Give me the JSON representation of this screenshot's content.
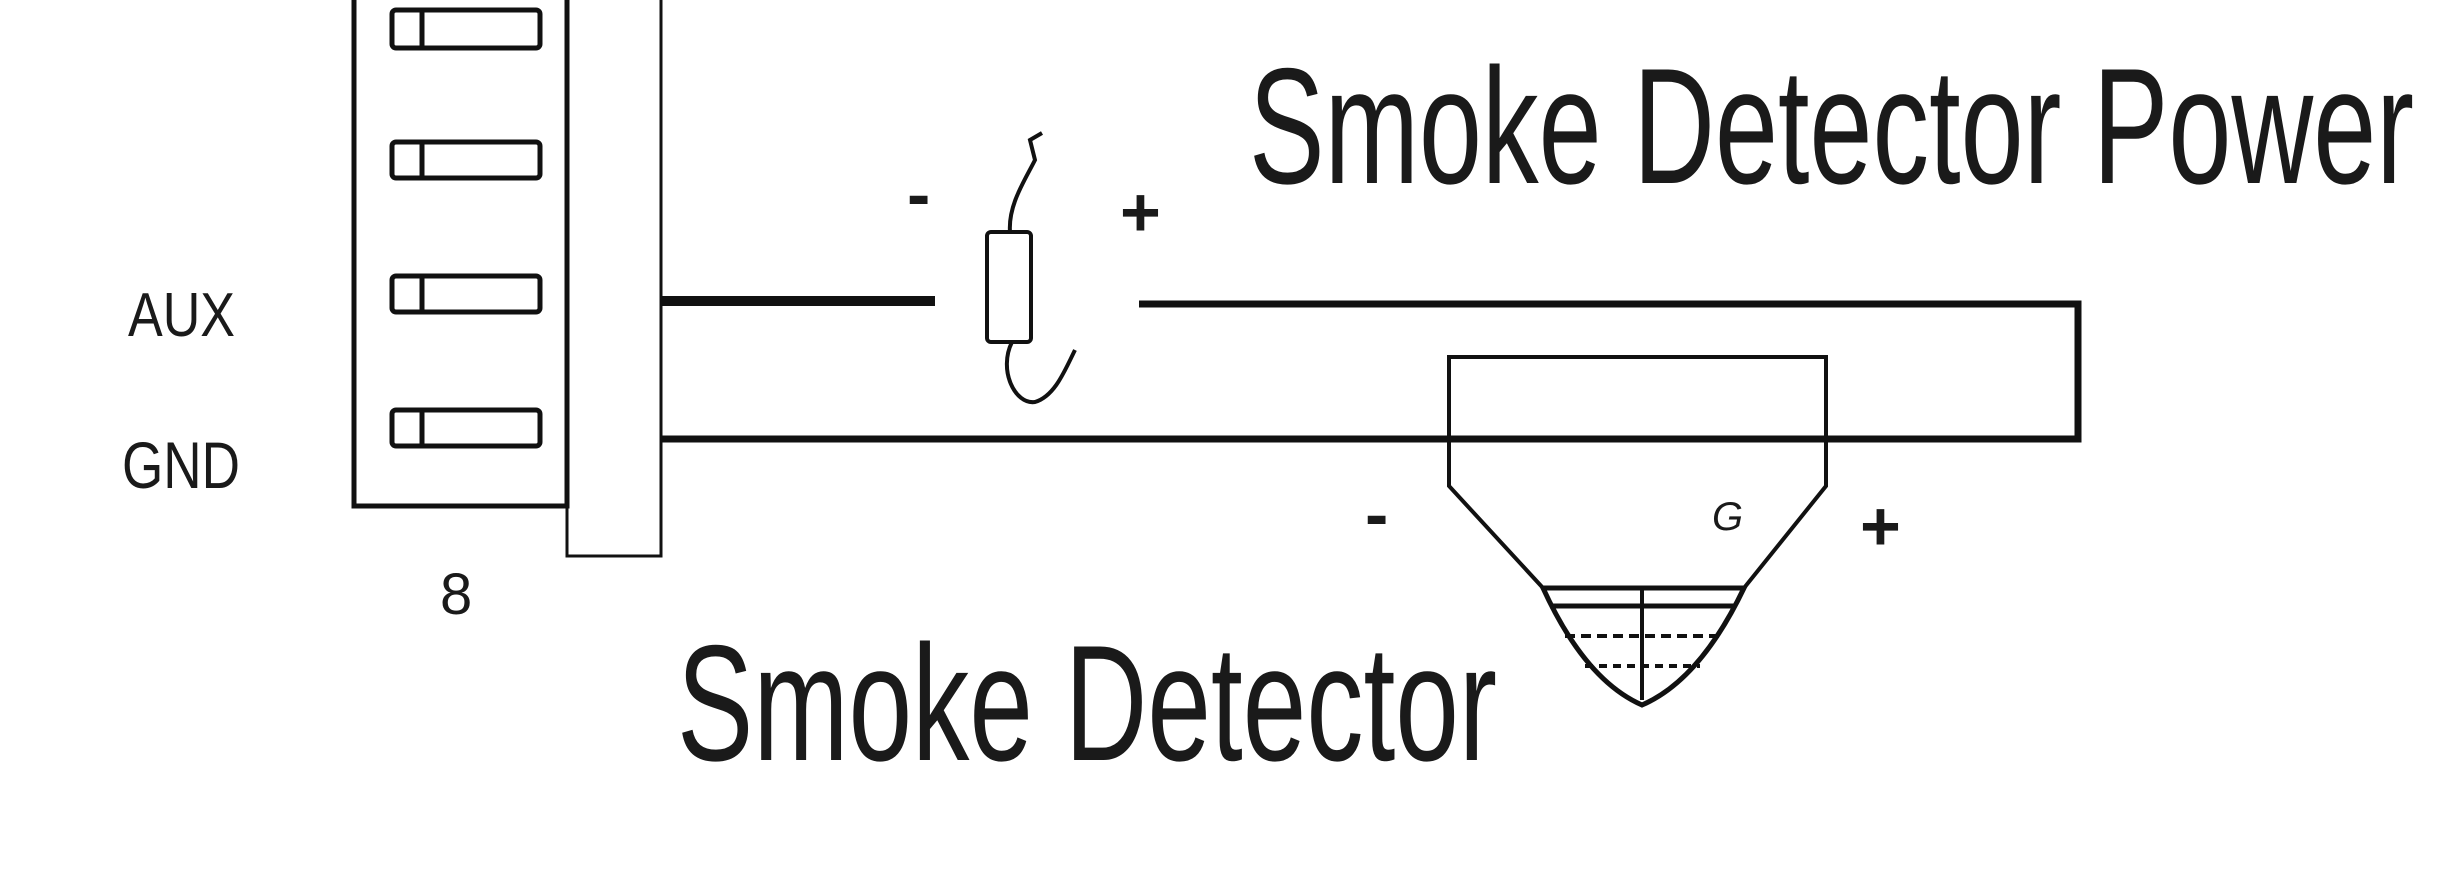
{
  "diagram": {
    "title_power": "Smoke Detector Power",
    "title_detector": "Smoke Detector",
    "terminal_labels": {
      "aux": "AUX",
      "gnd": "GND",
      "terminal_number": "8"
    },
    "polarity": {
      "fuse_minus": "-",
      "fuse_plus": "+",
      "detector_minus": "-",
      "detector_plus": "+"
    },
    "detector_mark": "G",
    "colors": {
      "line": "#111111",
      "text": "#1a1a1a",
      "background": "#ffffff"
    }
  }
}
